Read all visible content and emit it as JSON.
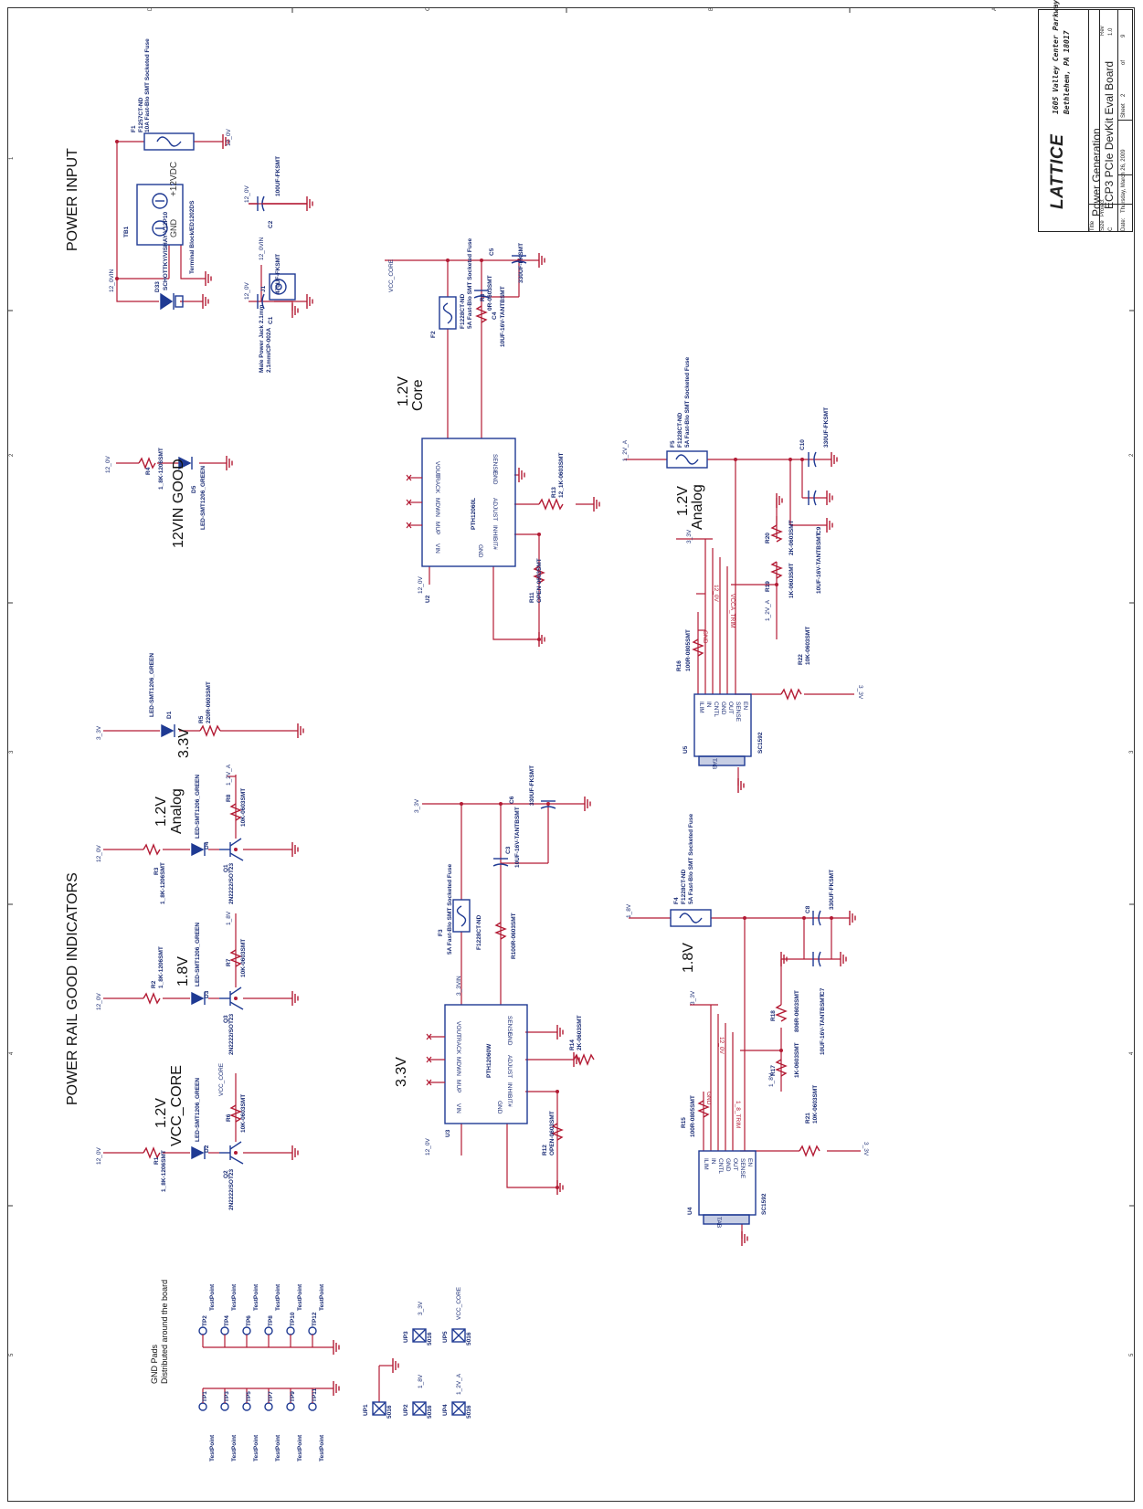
{
  "colors": {
    "wire": "#b31b34",
    "part": "#1f3a93",
    "text": "#1b2d75",
    "frame": "#333333"
  },
  "frame": {
    "zones_top": [
      "D",
      "C",
      "B",
      "A"
    ],
    "zones_side": [
      "1",
      "2",
      "3",
      "4",
      "5"
    ]
  },
  "sections": {
    "power_input": "POWER INPUT",
    "indicators": "POWER RAIL GOOD INDICATORS",
    "core_l1": "1.2V",
    "core_l2": "Core",
    "analog_l1": "1.2V",
    "analog_l2": "Analog",
    "v33": "3.3V",
    "v18": "1.8V",
    "ind_12vin": "12VIN GOOD",
    "ind_33": "3.3V",
    "ind_12a_l1": "1.2V",
    "ind_12a_l2": "Analog",
    "ind_18": "1.8V",
    "ind_vcc_l1": "1.2V",
    "ind_vcc_l2": "VCC_CORE",
    "gnd_pads_l1": "GND Pads",
    "gnd_pads_l2": "Distributed around the board"
  },
  "input": {
    "f1_ref": "F1",
    "f1_pn": "F1257CT-ND",
    "f1_desc": "10A Fast-Blo SMT Socketed Fuse",
    "net_12v": "12_0V",
    "net_12vin": "12_0VIN",
    "tb1_ref": "TB1",
    "tb1_plus": "+12VDC",
    "tb1_gnd": "GND",
    "tb1_desc": "Terminal Block/ED1202DS",
    "c2_ref": "C2",
    "c2_val": "100UF-FKSMT",
    "c1_ref": "C1",
    "c1_val": "470UF-FKSMT",
    "d33_ref": "D33",
    "d33_val": "SCHOTTKY/VISHAY-V12P10",
    "j1_ref": "J1",
    "j1_l1": "Male Power Jack 2.1mm",
    "j1_l2": "2.1mm/CP-002A"
  },
  "core": {
    "u2_ref": "U2",
    "u2_pn": "PTH12060L",
    "f2_ref": "F2",
    "f2_pn": "F1228CT-ND",
    "f2_desc": "5A Fast-Blo SMT Socketed Fuse",
    "vcc": "VCC_CORE",
    "c5_ref": "C5",
    "c5_val": "330UF-FKSMT",
    "c4_ref": "C4",
    "c4_val": "10UF-16V-TANTBSMT",
    "r8_ref": "R8",
    "r8_val": "0R-0603SMT",
    "r13_ref": "R13",
    "r13_val": "12_1K-0603SMT",
    "r11_ref": "R11",
    "r11_val": "OPEN-0603SMT",
    "vin": "12_0V",
    "pins": {
      "vout": "VOUT",
      "track": "TRACK",
      "mdwn": "MDWN",
      "mup": "MUP",
      "vin": "VIN",
      "sense": "SENSE",
      "gnd": "GND",
      "adjust": "ADJUST",
      "inhibit": "INHIBIT#",
      "gnd2": "GND"
    }
  },
  "analog": {
    "f5_ref": "F5",
    "f5_pn": "F1228CT-ND",
    "f5_desc": "5A Fast-Blo SMT Socketed Fuse",
    "net": "1_2V_A",
    "c10_ref": "C10",
    "c10_val": "330UF-FKSMT",
    "c9_ref": "C9",
    "c9_val": "10UF-16V-TANTBSMT",
    "r20_ref": "R20",
    "r20_val": "2K-0603SMT",
    "r19_ref": "R19",
    "r19_val": "1K-0603SMT",
    "r16_ref": "R16",
    "r16_val": "100R-0805SMT",
    "r22_ref": "R22",
    "r22_val": "10K-0603SMT",
    "u5_ref": "U5",
    "u5_pn": "SC1592",
    "net_33": "3_3V",
    "net_12": "12_0V",
    "gnd": "GND",
    "trim": "VCCA_TRIM",
    "net_12a": "1_2V_A"
  },
  "sc1592_pins": [
    "ILIM",
    "IN",
    "CNTL",
    "GND",
    "OUT",
    "SENSE",
    "EN"
  ],
  "sc1592_tab": "TAB",
  "v33sec": {
    "u3_ref": "U3",
    "u3_pn": "PTH12060W",
    "f3_ref": "F3",
    "f3_pn": "F1228CT-ND",
    "f3_desc": "5A Fast-Blo SMT Socketed Fuse",
    "net_33": "3_3V",
    "net_33vin": "3_3VIN",
    "c6_ref": "C6",
    "c6_val": "330UF-FKSMT",
    "c3_ref": "C3",
    "c3_val": "10UF-16V-TANTBSMT",
    "r10_ref": "R10",
    "r10_val": "0R-0603SMT",
    "r14_ref": "R14",
    "r14_val": "2K-0603SMT",
    "r12_ref": "R12",
    "r12_val": "OPEN-0603SMT",
    "vin": "12_0V"
  },
  "v18sec": {
    "f4_ref": "F4",
    "f4_pn": "F1228CT-ND",
    "f4_desc": "5A Fast-Blo SMT Socketed Fuse",
    "net": "1_8V",
    "c8_ref": "C8",
    "c8_val": "330UF-FKSMT",
    "c7_ref": "C7",
    "c7_val": "10UF-16V-TANTBSMT",
    "r18_ref": "R18",
    "r18_val": "806R-0603SMT",
    "r17_ref": "R17",
    "r17_val": "1K-0603SMT",
    "r15_ref": "R15",
    "r15_val": "100R-0805SMT",
    "r21_ref": "R21",
    "r21_val": "10K-0603SMT",
    "u4_ref": "U4",
    "u4_pn": "SC1592",
    "net_33": "3_3V",
    "net_12": "12_0V",
    "gnd": "GND",
    "trim": "1_8_TRIM"
  },
  "indicators": {
    "r4_ref": "R4",
    "r4_val": "1_8K-1206SMT",
    "d5_ref": "D5",
    "d5_val": "LED-SMT1206_GREEN",
    "d1_ref": "D1",
    "d1_val": "LED-SMT1206_GREEN",
    "r5_ref": "R5",
    "r5_val": "220R-0603SMT",
    "r3_ref": "R3",
    "r3_val": "1_8K-1206SMT",
    "d4_ref": "D4",
    "d4_val": "LED-SMT1206_GREEN",
    "q1_ref": "Q1",
    "q1_val": "2N2222/SOT23",
    "r8b_ref": "R8",
    "r8b_val": "10K-0603SMT",
    "r2_ref": "R2",
    "r2_val": "1_8K-1206SMT",
    "d3_ref": "D3",
    "d3_val": "LED-SMT1206_GREEN",
    "q3_ref": "Q3",
    "q3_val": "2N2222/SOT23",
    "r7_ref": "R7",
    "r7_val": "10K-0603SMT",
    "r1_ref": "R1",
    "r1_val": "1_8K-1206SMT",
    "d2_ref": "D2",
    "d2_val": "LED-SMT1206_GREEN",
    "q2_ref": "Q2",
    "q2_val": "2N2222/SOT23",
    "r6_ref": "R6",
    "r6_val": "10K-0603SMT",
    "n12": "12_0V",
    "n33": "3_3V",
    "n12a": "1_2V_A",
    "n18": "1_8V",
    "nvcc": "VCC_CORE"
  },
  "testpoints": {
    "label": "TestPoint",
    "left": [
      "TP1",
      "TP3",
      "TP5",
      "TP7",
      "TP9",
      "TP11"
    ],
    "right": [
      "TP2",
      "TP4",
      "TP6",
      "TP8",
      "TP10",
      "TP12"
    ]
  },
  "ups": {
    "up1": "UP1",
    "up2": "UP2",
    "up3": "UP3",
    "up4": "UP4",
    "up5": "UP5",
    "pn": "5016",
    "n18": "1_8V",
    "n33": "3_3V",
    "n12a": "1_2V_A",
    "nvcc": "VCC_CORE"
  },
  "title_block": {
    "logo": "LATTICE",
    "addr1": "1605 Valley Center Parkway",
    "addr2": "Bethlehem, PA 18017",
    "title_label": "Title",
    "title": "Power Generation",
    "size_label": "Size",
    "size": "C",
    "project_label": "Project",
    "project": "ECP3 PCIe DevKit Eval Board",
    "rev_label": "Rev",
    "rev": "1.0",
    "date_label": "Date:",
    "date": "Thursday, March 26, 2009",
    "sheet_label": "Sheet",
    "sheet": "2",
    "of_label": "of",
    "of": "9"
  }
}
